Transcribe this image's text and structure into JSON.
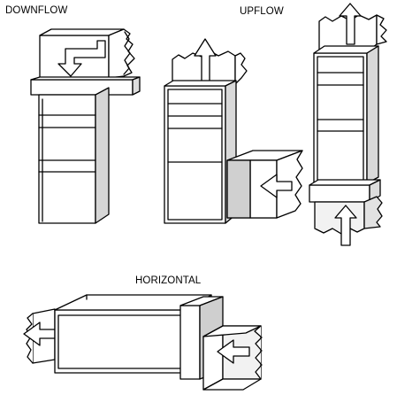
{
  "labels": {
    "downflow": "DOWNFLOW",
    "upflow": "UPFLOW",
    "horizontal": "HORIZONTAL"
  },
  "colors": {
    "stroke": "#000000",
    "fill": "#ffffff",
    "shade": "#b3b3b3"
  },
  "icons": [
    "airflow-arrow-icon"
  ]
}
